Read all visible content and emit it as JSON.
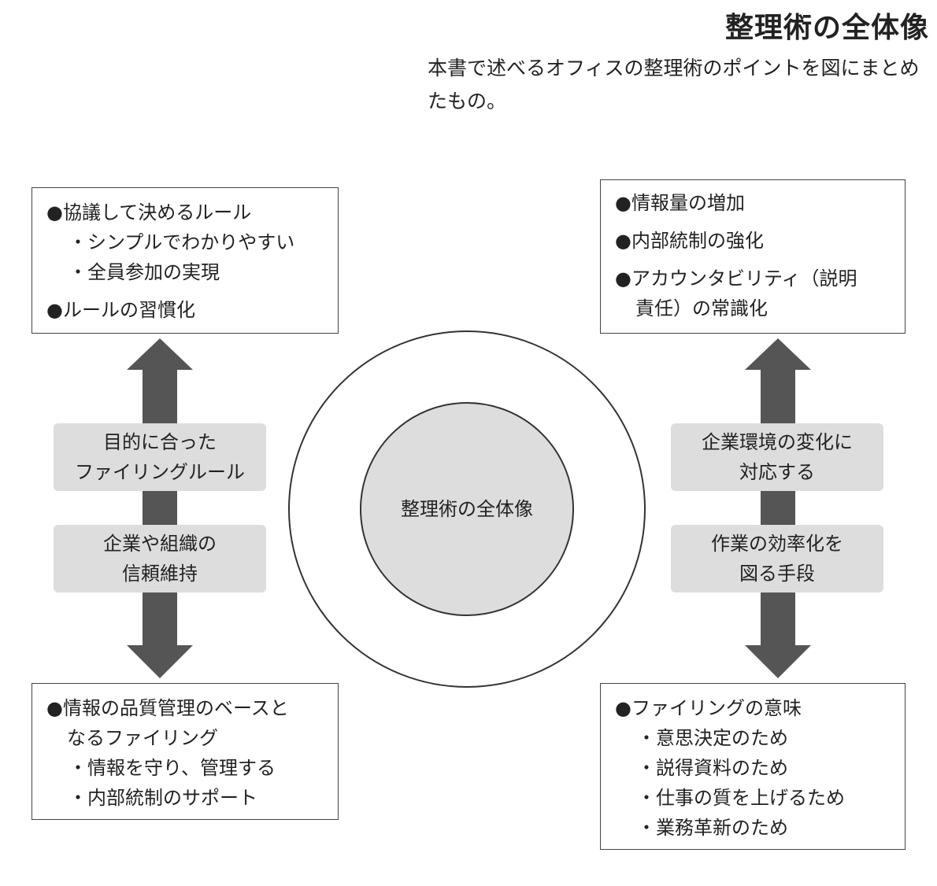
{
  "title": "整理術の全体像",
  "subtitle": "本書で述べるオフィスの整理術のポイントを図にまとめたもの。",
  "center_label": "整理術の全体像",
  "top_left": {
    "items": [
      "●協議して決めるルール",
      "・シンプルでわかりやすい",
      "・全員参加の実現",
      "●ルールの習慣化"
    ]
  },
  "top_right": {
    "items": [
      "●情報量の増加",
      "●内部統制の強化",
      "●アカウンタビリティ（説明",
      "責任）の常識化"
    ]
  },
  "bottom_left": {
    "items": [
      "●情報の品質管理のベースと",
      "なるファイリング",
      "・情報を守り、管理する",
      "・内部統制のサポート"
    ]
  },
  "bottom_right": {
    "items": [
      "●ファイリングの意味",
      "・意思決定のため",
      "・説得資料のため",
      "・仕事の質を上げるため",
      "・業務革新のため"
    ]
  },
  "left_labels": [
    [
      "目的に合った",
      "ファイリングルール"
    ],
    [
      "企業や組織の",
      "信頼維持"
    ]
  ],
  "right_labels": [
    [
      "企業環境の変化に",
      "対応する"
    ],
    [
      "作業の効率化を",
      "図る手段"
    ]
  ]
}
